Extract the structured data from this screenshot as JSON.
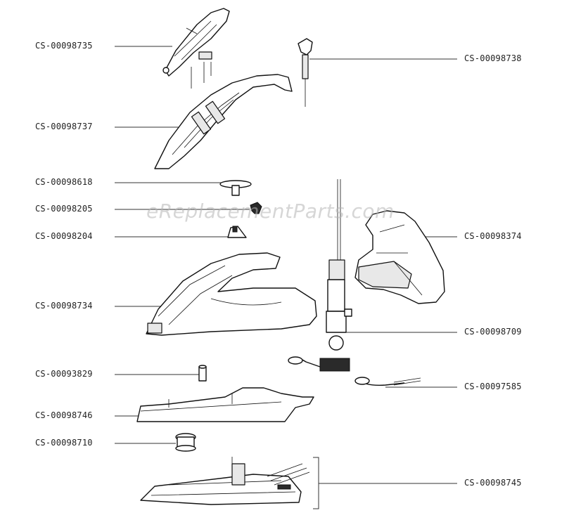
{
  "watermark": "eReplacementParts.com",
  "labels": {
    "p98735": "CS-00098735",
    "p98737": "CS-00098737",
    "p98618": "CS-00098618",
    "p98205": "CS-00098205",
    "p98204": "CS-00098204",
    "p98734": "CS-00098734",
    "p93829": "CS-00093829",
    "p98746": "CS-00098746",
    "p98710": "CS-00098710",
    "p98738": "CS-00098738",
    "p98374": "CS-00098374",
    "p98709": "CS-00098709",
    "p97585": "CS-00097585",
    "p98745": "CS-00098745"
  }
}
